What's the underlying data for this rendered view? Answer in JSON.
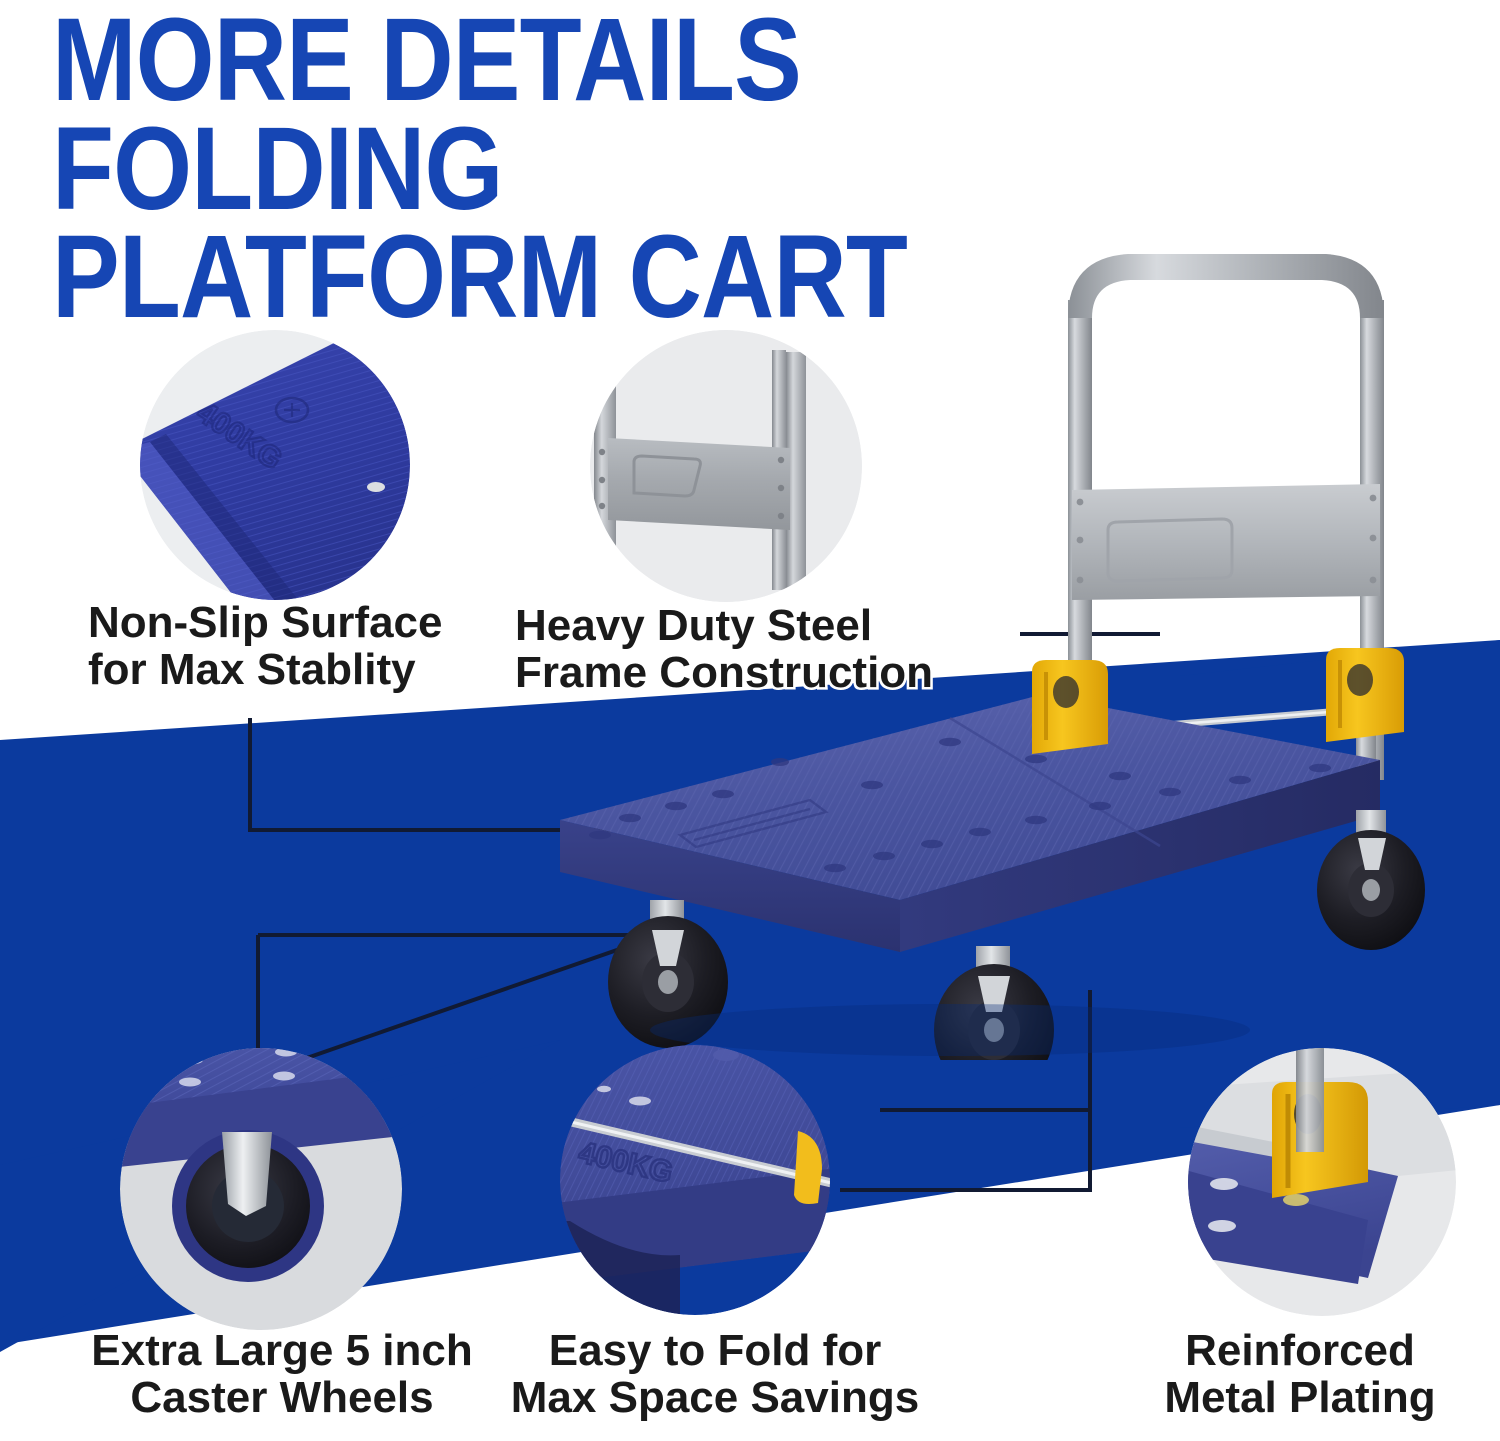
{
  "page": {
    "title_line1": "MORE DETAILS FOLDING",
    "title_line2": "PLATFORM CART",
    "title_full": "MORE DETAILS FOLDING\nPLATFORM CART"
  },
  "colors": {
    "title_blue": "#1646b4",
    "band_blue": "#0b3a9e",
    "platform_blue": "#4a55a0",
    "platform_blue_dark": "#343d7d",
    "latch_yellow": "#f2bd1c",
    "steel_gray": "#b3b6bb",
    "steel_gray_dark": "#8d9196",
    "wheel_black": "#1b1b20",
    "label_text": "#1a1a1a",
    "label_outline": "#ffffff",
    "leader_line": "#111a33"
  },
  "features": [
    {
      "id": "non-slip-surface",
      "label": "Non-Slip Surface\nfor Max Stablity",
      "label_line1": "Non-Slip Surface",
      "label_line2": "for Max Stablity",
      "inset_caption": "400KG",
      "inset_alt": "Close-up of blue ribbed non-slip platform deck with embossed 400KG marking"
    },
    {
      "id": "heavy-duty-steel-frame",
      "label": "Heavy Duty Steel\nFrame Construction",
      "label_line1": "Heavy Duty Steel",
      "label_line2": "Frame Construction",
      "inset_alt": "Close-up of gray steel handle frame with riveted cross plate"
    },
    {
      "id": "extra-large-caster-wheels",
      "label": "Extra Large 5 inch\nCaster Wheels",
      "label_line1": "Extra Large 5 inch",
      "label_line2": "Caster Wheels",
      "inset_alt": "Head-on close-up of a five inch swivel caster wheel under the blue deck"
    },
    {
      "id": "easy-to-fold",
      "label": "Easy to Fold for\nMax Space Savings",
      "label_line1": "Easy to Fold for",
      "label_line2": "Max Space Savings",
      "inset_caption": "400KG",
      "inset_alt": "Close-up of folded deck with steel release rod and yellow latch"
    },
    {
      "id": "reinforced-metal-plating",
      "label": "Reinforced\nMetal Plating",
      "label_line1": "Reinforced",
      "label_line2": "Metal Plating",
      "inset_alt": "Close-up of yellow latch bracket and reinforced metal plate at handle base"
    }
  ],
  "product": {
    "alt": "Blue folding platform cart with gray steel push handle, yellow latches and four black caster wheels"
  }
}
